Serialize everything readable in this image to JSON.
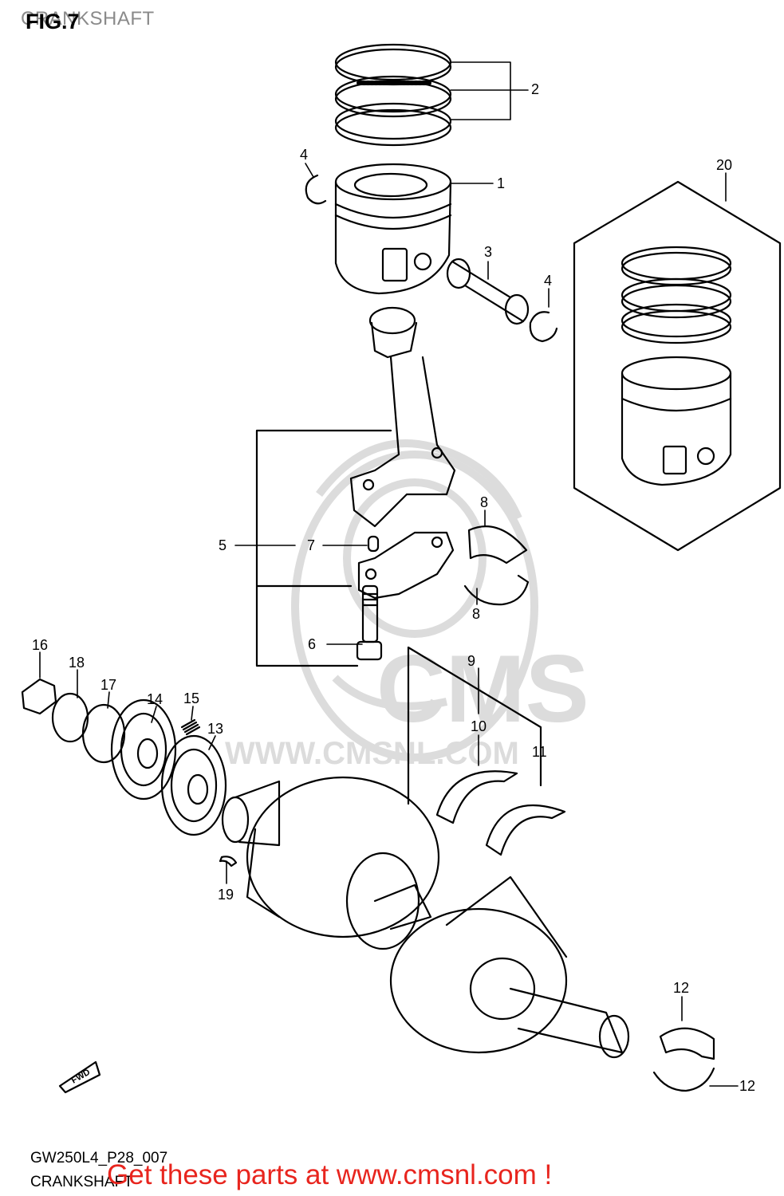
{
  "header": {
    "fig_label": "FIG.7",
    "title": "CRANKSHAFT"
  },
  "watermark": {
    "brand": "CMS",
    "url": "WWW.CMSNL.COM"
  },
  "callouts": [
    "1",
    "2",
    "3",
    "4",
    "4",
    "5",
    "6",
    "7",
    "8",
    "8",
    "9",
    "10",
    "11",
    "12",
    "12",
    "13",
    "14",
    "15",
    "16",
    "17",
    "18",
    "19",
    "20"
  ],
  "fwd_marker": "FWD",
  "footer": {
    "code": "GW250L4_P28_007",
    "name": "CRANKSHAFT",
    "promo": "Get these parts at www.cmsnl.com !"
  },
  "colors": {
    "line": "#000000",
    "watermark": "#d9d9d9",
    "promo": "#e8251e"
  }
}
